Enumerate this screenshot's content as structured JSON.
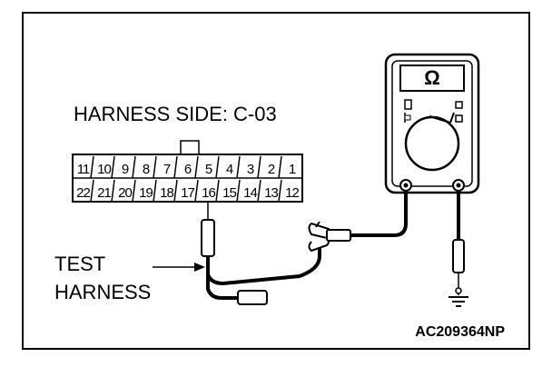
{
  "diagram": {
    "harness_label": "HARNESS SIDE: C-03",
    "test_harness_line1": "TEST",
    "test_harness_line2": "HARNESS",
    "figure_code": "AC209364NP",
    "meter_symbol": "Ω",
    "connector_top_row": [
      "11",
      "10",
      "9",
      "8",
      "7",
      "6",
      "5",
      "4",
      "3",
      "2",
      "1"
    ],
    "connector_bottom_row": [
      "22",
      "21",
      "20",
      "19",
      "18",
      "17",
      "16",
      "15",
      "14",
      "13",
      "12"
    ],
    "probe_pin": "16",
    "icons": [
      "ohmmeter-icon",
      "ground-icon",
      "alligator-clip-icon"
    ]
  }
}
